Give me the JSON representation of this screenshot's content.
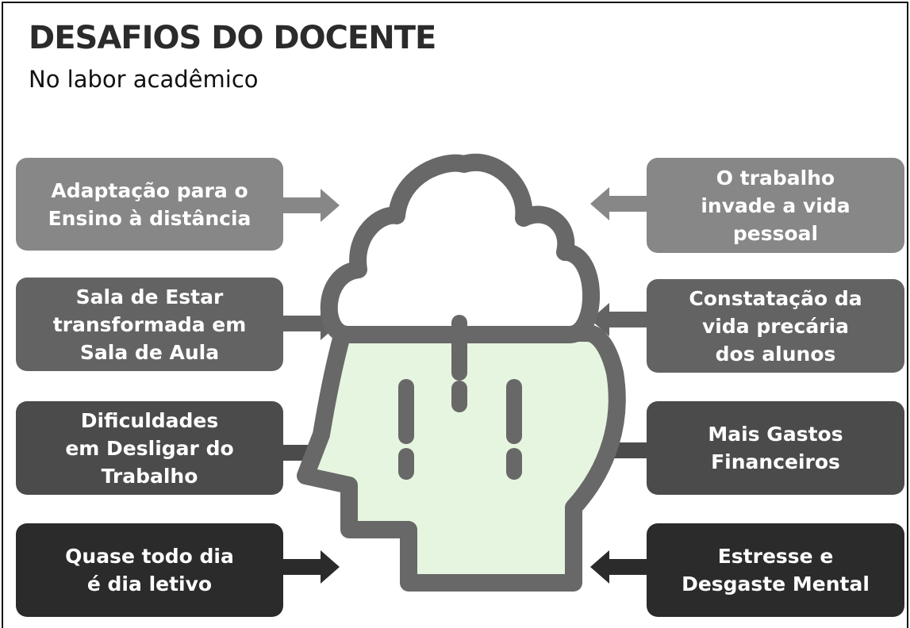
{
  "title": "DESAFIOS DO DOCENTE",
  "subtitle": "No labor acadêmico",
  "left_items": [
    {
      "text": "Adaptação para o\nEnsino à distância",
      "color": "#878787"
    },
    {
      "text": "Sala de Estar\ntransformada em\nSala de Aula",
      "color": "#636363"
    },
    {
      "text": "Dificuldades\nem Desligar do\nTrabalho",
      "color": "#4b4b4b"
    },
    {
      "text": "Quase todo dia\né dia letivo",
      "color": "#2b2b2b"
    }
  ],
  "right_items": [
    {
      "text": "O trabalho\ninvade a vida\npessoal",
      "color": "#878787"
    },
    {
      "text": "Constatação da\nvida precária\ndos alunos",
      "color": "#636363"
    },
    {
      "text": "Mais Gastos\nFinanceiros",
      "color": "#4b4b4b"
    },
    {
      "text": "Estresse e\nDesgaste Mental",
      "color": "#2b2b2b"
    }
  ],
  "icon": {
    "name": "head-with-rain-cloud-icon",
    "outline_color": "#686868",
    "face_color": "#e6f5df"
  }
}
